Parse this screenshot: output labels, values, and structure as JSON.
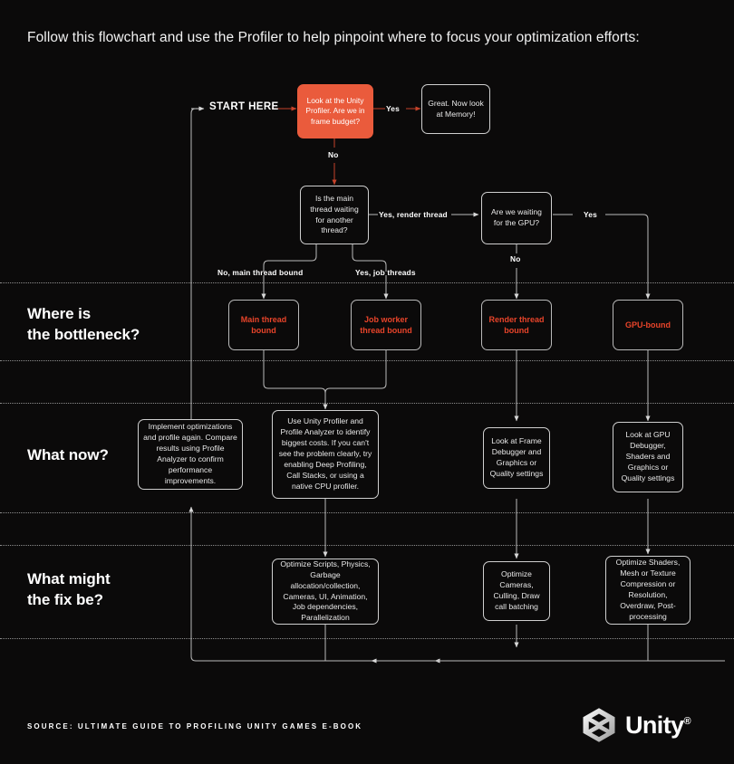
{
  "headline": "Follow this flowchart and use the Profiler to help pinpoint where to focus your optimization efforts:",
  "start_label": "START HERE",
  "colors": {
    "background": "#0b0a0a",
    "accent_orange": "#ea5b3c",
    "bottleneck_text": "#e8442a",
    "stroke": "#cfcfcf",
    "text": "#e9e9e9"
  },
  "row_labels": [
    {
      "line1": "Where is",
      "line2": "the bottleneck?"
    },
    {
      "line1": "What now?",
      "line2": ""
    },
    {
      "line1": "What might",
      "line2": "the fix be?"
    }
  ],
  "nodes": {
    "profiler": "Look at the Unity Profiler. Are we in frame budget?",
    "memory": "Great. Now look at Memory!",
    "main_thread_wait": "Is the main thread waiting for another thread?",
    "gpu_wait": "Are we waiting for the GPU?",
    "main_thread_bound": "Main thread bound",
    "job_worker_bound": "Job worker thread bound",
    "render_thread_bound": "Render thread bound",
    "gpu_bound": "GPU-bound",
    "implement": "Implement optimizations and profile again. Compare results using Profile Analyzer to confirm performance improvements.",
    "use_profiler": "Use Unity Profiler and Profile Analyzer to identify biggest costs. If you can't see the problem clearly, try enabling Deep Profiling, Call Stacks, or using a native CPU profiler.",
    "frame_debugger": "Look at Frame Debugger and Graphics or Quality settings",
    "gpu_debugger": "Look at GPU Debugger, Shaders and Graphics or Quality settings",
    "fix_cpu": "Optimize Scripts, Physics, Garbage allocation/collection, Cameras, UI, Animation, Job dependencies, Parallelization",
    "fix_render": "Optimize Cameras, Culling, Draw call batching",
    "fix_gpu": "Optimize Shaders, Mesh or Texture Compression or Resolution, Overdraw, Post-processing"
  },
  "edge_labels": {
    "yes_memory": "Yes",
    "no_profiler": "No",
    "yes_render_thread": "Yes, render thread",
    "yes_gpu": "Yes",
    "no_gpu": "No",
    "no_main_thread_bound": "No, main thread bound",
    "yes_job_threads": "Yes, job threads"
  },
  "footer": {
    "source": "SOURCE: ULTIMATE GUIDE TO PROFILING UNITY GAMES E-BOOK",
    "brand": "Unity",
    "brand_mark": "®"
  }
}
